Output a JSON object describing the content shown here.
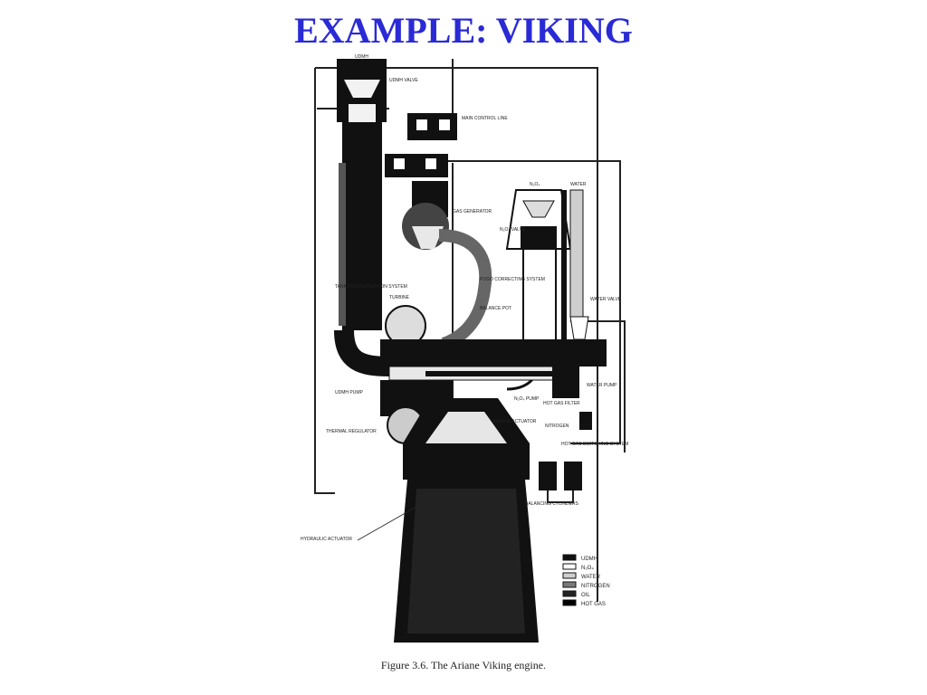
{
  "slide": {
    "title": "EXAMPLE: VIKING",
    "caption": "Figure 3.6.  The Ariane Viking engine."
  },
  "diagram": {
    "labels": {
      "udmh_top": "UDMH",
      "udmh_valve": "UDMH VALVE",
      "main_control_line": "MAIN CONTROL LINE",
      "n2o4_top": "N₂O₄",
      "water_top": "WATER",
      "gas_generator": "GAS GENERATOR",
      "n2o4_valve": "N₂O₄ VALVE",
      "tank_pressurization": "TANK PRESSURIZATION SYSTEM",
      "pogo": "POGO CORRECTING SYSTEM",
      "turbine": "TURBINE",
      "balance_pot": "BALANCE POT",
      "water_valve": "WATER VALVE",
      "udmh_pump": "UDMH PUMP",
      "water_pump": "WATER PUMP",
      "hot_gas_filter": "HOT GAS FILTER",
      "n2o4_pump": "N₂O₄ PUMP",
      "engine_actuator": "ENGINE ACTUATOR",
      "nitrogen": "NITROGEN",
      "thermal_regulator": "THERMAL REGULATOR",
      "hot_gas_switching": "HOT GAS SWITCHING SYSTEM",
      "balancing_cylinders": "BALANCING CYLINDERS",
      "nozzle_label": "HYDRAULIC ACTUATOR"
    },
    "legend": [
      {
        "label": "UDMH",
        "fill": "#111111"
      },
      {
        "label": "N₂O₄",
        "fill": "#ffffff"
      },
      {
        "label": "WATER",
        "fill": "#cfcfcf"
      },
      {
        "label": "NITROGEN",
        "fill": "#7a7a7a"
      },
      {
        "label": "OIL",
        "fill": "#222222"
      },
      {
        "label": "HOT GAS",
        "fill": "#000000"
      }
    ]
  }
}
